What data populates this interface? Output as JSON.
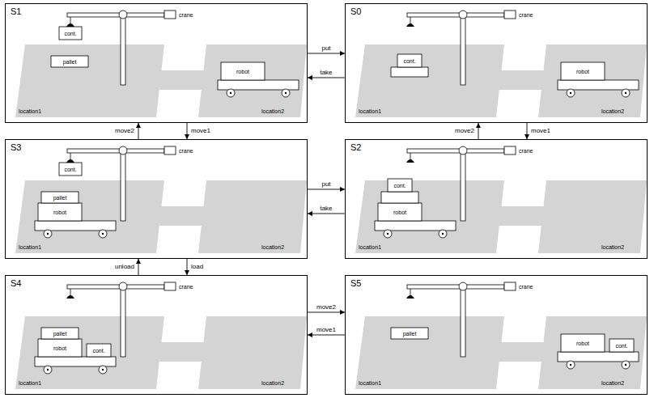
{
  "diagram": {
    "nodes": [
      {
        "text": [
          "S1"
        ]
      },
      {
        "text": [
          "S0"
        ]
      },
      {
        "text": [
          "S3"
        ]
      },
      {
        "text": [
          "S2"
        ]
      },
      {
        "text": [
          "S4"
        ]
      },
      {
        "text": [
          "S5"
        ]
      }
    ],
    "edges": [
      {
        "from": 0,
        "to": 1,
        "label": "put",
        "arrow": "to"
      },
      {
        "from": 1,
        "to": 0,
        "label": "take",
        "arrow": "to"
      },
      {
        "from": 2,
        "to": 0,
        "label": "move2",
        "arrow": "to"
      },
      {
        "from": 0,
        "to": 2,
        "label": "move1",
        "arrow": "to"
      },
      {
        "from": 3,
        "to": 1,
        "label": "move2",
        "arrow": "to"
      },
      {
        "from": 1,
        "to": 3,
        "label": "move1",
        "arrow": "to"
      },
      {
        "from": 2,
        "to": 3,
        "label": "put",
        "arrow": "to"
      },
      {
        "from": 3,
        "to": 2,
        "label": "take",
        "arrow": "to"
      },
      {
        "from": 4,
        "to": 2,
        "label": "unload",
        "arrow": "to"
      },
      {
        "from": 2,
        "to": 4,
        "label": "load",
        "arrow": "to"
      },
      {
        "from": 4,
        "to": 5,
        "label": "move2",
        "arrow": "to"
      },
      {
        "from": 5,
        "to": 4,
        "label": "move1",
        "arrow": "to"
      }
    ],
    "labels": [
      "crane",
      "cont.",
      "pallet",
      "robot",
      "location1",
      "location2",
      "crane",
      "cont.",
      "robot",
      "location1",
      "location2",
      "crane",
      "cont.",
      "pallet",
      "robot",
      "location1",
      "location2",
      "crane",
      "cont.",
      "robot",
      "location1",
      "location2",
      "crane",
      "pallet",
      "robot",
      "cont.",
      "location1",
      "location2",
      "crane",
      "pallet",
      "robot",
      "cont.",
      "location1",
      "location2"
    ]
  }
}
